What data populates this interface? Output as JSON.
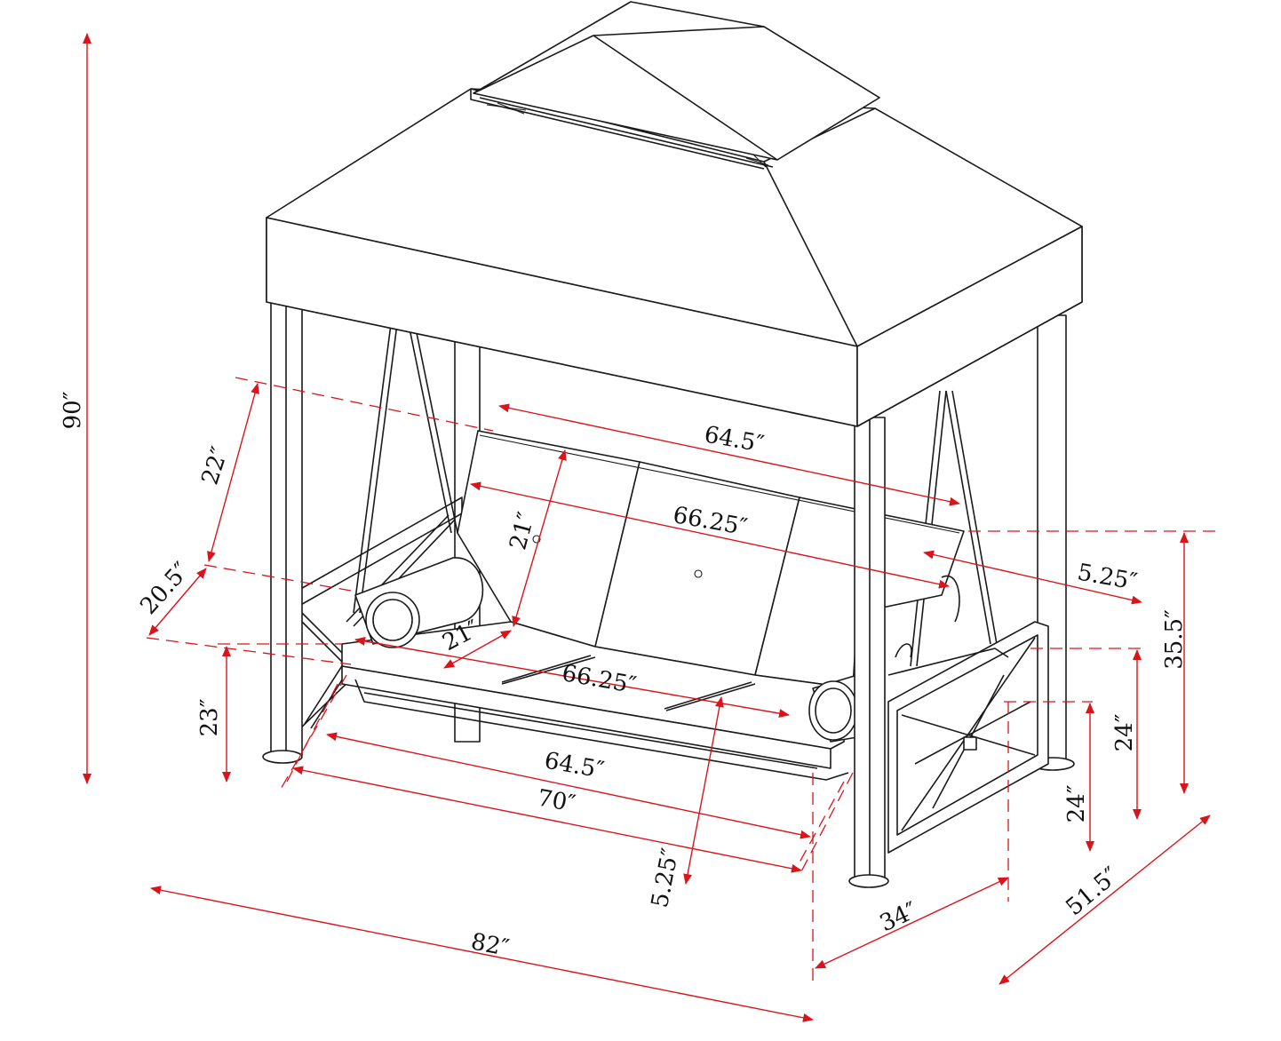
{
  "diagram": {
    "colors": {
      "line": "#1a1a1a",
      "dimension": "#d9141b",
      "background": "#ffffff"
    },
    "dimensions": {
      "overall_height": "90″",
      "overall_length": "82″",
      "overall_depth": "51.5″",
      "frame_depth": "34″",
      "back_width": "64.5″",
      "back_inner_width": "66.25″",
      "seat_inner_width": "66.25″",
      "seat_width": "64.5″",
      "seat_length": "70″",
      "back_height_left": "22″",
      "cushion_depth": "20.5″",
      "back_height": "21″",
      "seat_depth": "21″",
      "seat_height": "23″",
      "armrest_offset": "5.25″",
      "seat_thickness": "5.25″",
      "arm_height": "35.5″",
      "side_height": "24″",
      "side_height_inner": "24″"
    }
  }
}
